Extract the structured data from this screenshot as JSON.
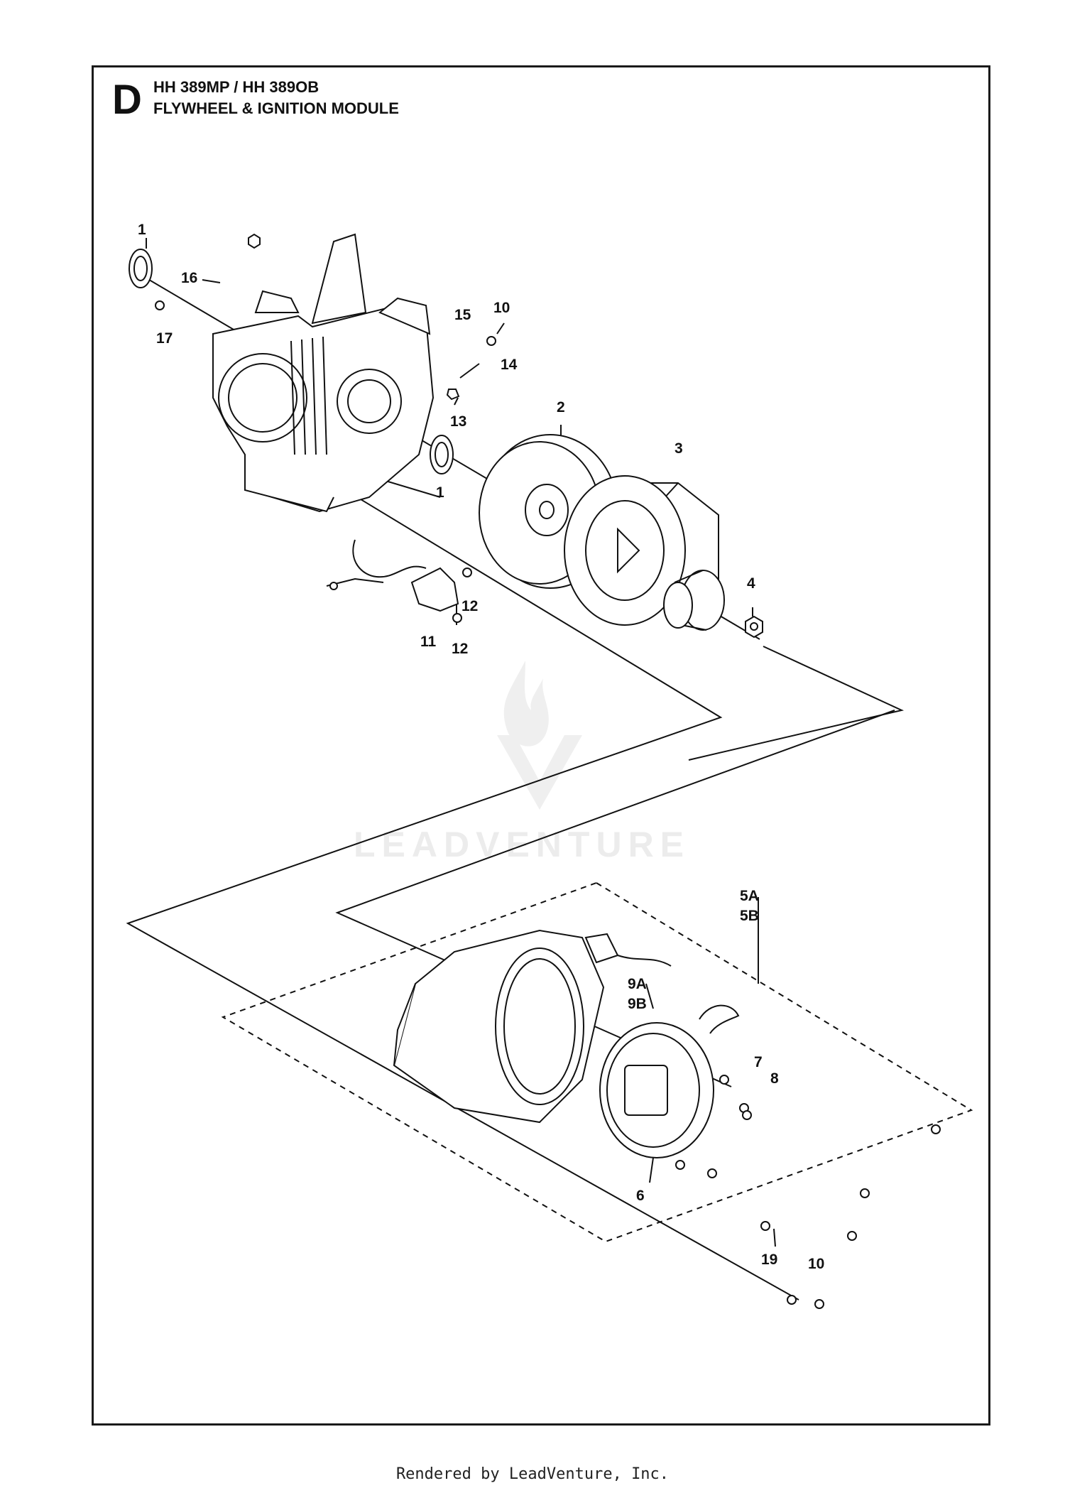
{
  "header": {
    "section_letter": "D",
    "model_line": "HH 389MP / HH 389OB",
    "title_line": "FLYWHEEL & IGNITION MODULE"
  },
  "callouts": [
    "1",
    "16",
    "17",
    "15",
    "10",
    "14",
    "13",
    "1",
    "2",
    "3",
    "4",
    "12",
    "11",
    "12",
    "5A",
    "5B",
    "9A",
    "9B",
    "7",
    "8",
    "6",
    "19",
    "10"
  ],
  "watermark": "LEADVENTURE",
  "footer": "Rendered by LeadVenture, Inc.",
  "colors": {
    "ink": "#111111",
    "frame": "#1a1a1a",
    "watermark": "#ececec"
  }
}
